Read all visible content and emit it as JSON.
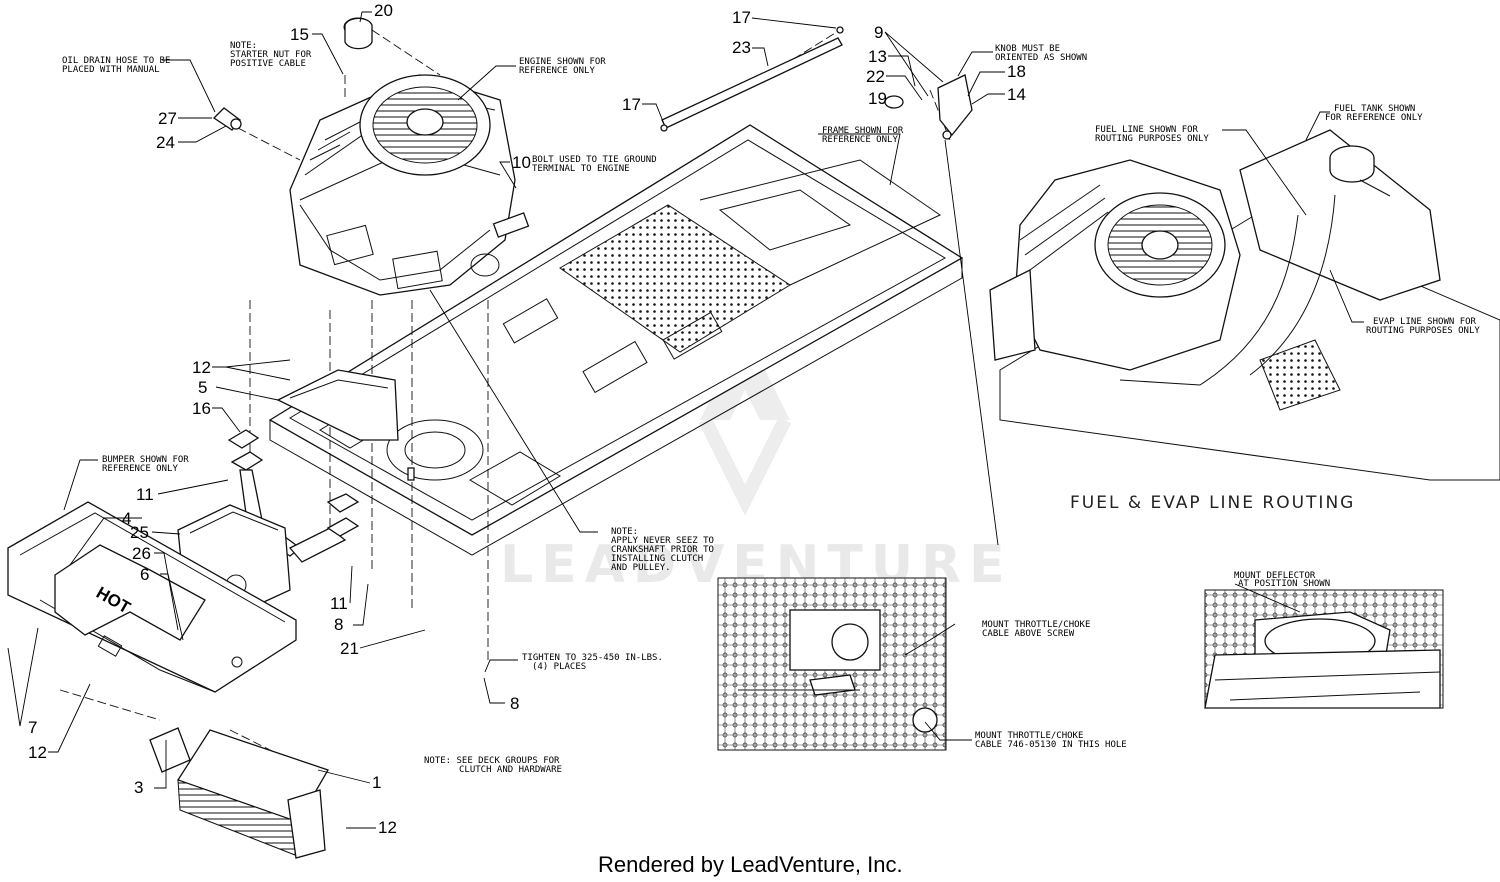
{
  "callouts": {
    "c1": "1",
    "c3": "3",
    "c4": "4",
    "c5": "5",
    "c6": "6",
    "c7": "7",
    "c8a": "8",
    "c8b": "8",
    "c9": "9",
    "c10": "10",
    "c11a": "11",
    "c11b": "11",
    "c12a": "12",
    "c12b": "12",
    "c12c": "12",
    "c13": "13",
    "c14": "14",
    "c15": "15",
    "c16": "16",
    "c17a": "17",
    "c17b": "17",
    "c18": "18",
    "c19": "19",
    "c20": "20",
    "c21": "21",
    "c22": "22",
    "c23": "23",
    "c24": "24",
    "c25": "25",
    "c26": "26",
    "c27": "27"
  },
  "notes": {
    "starter_nut": [
      "NOTE:",
      "STARTER NUT FOR",
      "POSITIVE CABLE"
    ],
    "oil_drain": [
      "OIL DRAIN HOSE TO BE",
      "PLACED WITH MANUAL"
    ],
    "engine_ref": [
      "ENGINE SHOWN FOR",
      "REFERENCE ONLY"
    ],
    "bolt_ground": [
      "BOLT USED TO TIE GROUND",
      "TERMINAL TO ENGINE"
    ],
    "knob": [
      "KNOB MUST BE",
      "ORIENTED AS SHOWN"
    ],
    "frame_ref": [
      "FRAME SHOWN FOR",
      "REFERENCE ONLY"
    ],
    "fuel_tank": [
      "FUEL TANK SHOWN",
      "FOR REFERENCE ONLY"
    ],
    "fuel_line": [
      "FUEL LINE SHOWN FOR",
      "ROUTING PURPOSES ONLY"
    ],
    "evap_line": [
      "EVAP LINE SHOWN FOR",
      "ROUTING PURPOSES ONLY"
    ],
    "bumper_ref": [
      "BUMPER SHOWN FOR",
      "REFERENCE ONLY"
    ],
    "never_seez": [
      "NOTE:",
      "APPLY NEVER SEEZ TO",
      "CRANKSHAFT PRIOR TO",
      "INSTALLING CLUTCH",
      "AND PULLEY."
    ],
    "torque": [
      "TIGHTEN TO 325-450 IN-LBS.",
      "(4) PLACES"
    ],
    "deck_groups": [
      "NOTE: SEE DECK GROUPS FOR",
      "CLUTCH AND HARDWARE"
    ],
    "throttle_screw": [
      "MOUNT THROTTLE/CHOKE",
      "CABLE ABOVE SCREW"
    ],
    "throttle_hole": [
      "MOUNT THROTTLE/CHOKE",
      "CABLE 746-05130 IN THIS HOLE"
    ],
    "deflector": [
      "MOUNT DEFLECTOR",
      "AT POSITION SHOWN"
    ]
  },
  "hot_label": "HOT",
  "routing_title": "FUEL & EVAP LINE ROUTING",
  "watermark": "LEADVENTURE",
  "credit": "Rendered by LeadVenture, Inc."
}
